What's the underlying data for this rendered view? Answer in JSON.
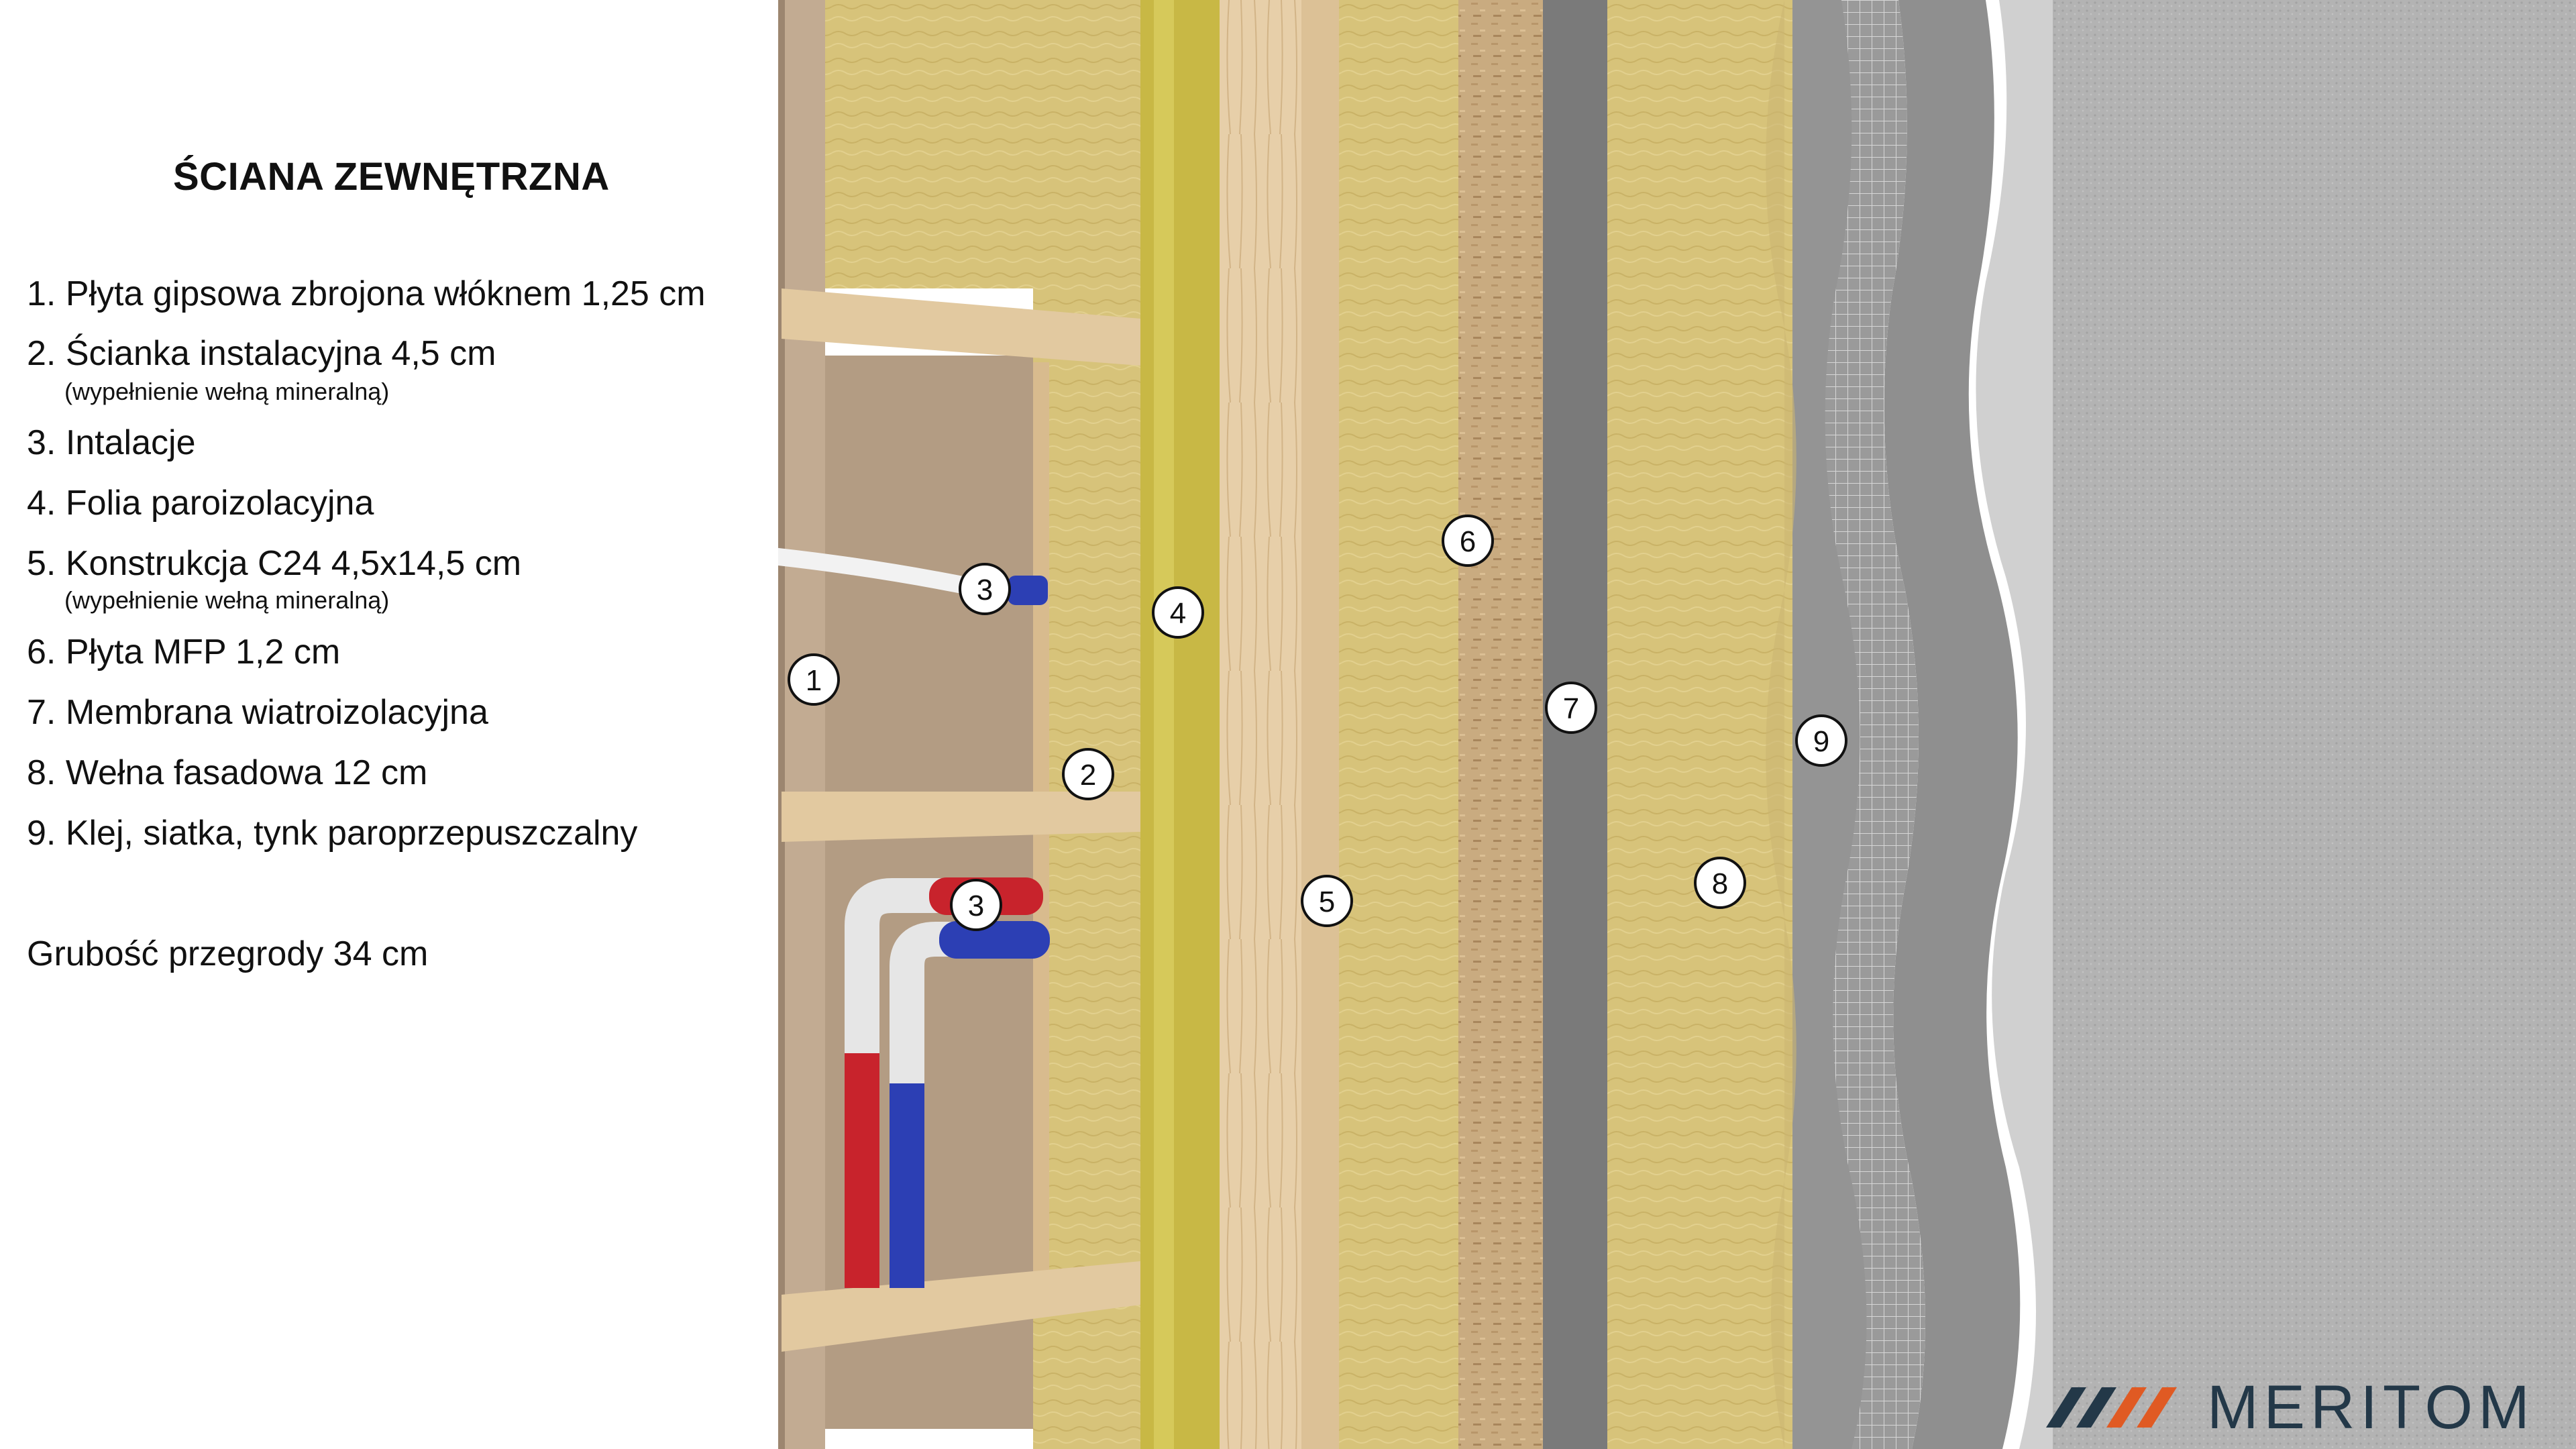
{
  "title": "ŚCIANA ZEWNĘTRZNA",
  "items": [
    {
      "label": "1. Płyta gipsowa zbrojona włóknem 1,25 cm"
    },
    {
      "label": "2. Ścianka instalacyjna 4,5 cm",
      "note": "(wypełnienie wełną mineralną)"
    },
    {
      "label": "3. Intalacje"
    },
    {
      "label": "4. Folia paroizolacyjna"
    },
    {
      "label": "5. Konstrukcja C24  4,5x14,5 cm",
      "note": "(wypełnienie wełną mineralną)"
    },
    {
      "label": "6. Płyta MFP 1,2 cm"
    },
    {
      "label": "7. Membrana wiatroizolacyjna"
    },
    {
      "label": "8. Wełna fasadowa 12 cm"
    },
    {
      "label": "9. Klej, siatka, tynk paroprzepuszczalny"
    }
  ],
  "total": "Grubość przegrody 34 cm",
  "markers": [
    "1",
    "2",
    "3",
    "3",
    "4",
    "5",
    "6",
    "7",
    "8",
    "9"
  ],
  "logo": {
    "text": "MERITOM",
    "icon": "meritom-slashes-logo"
  },
  "colors": {
    "gypsum": "#b39c83",
    "wool": "#d7c37a",
    "vapor_foil": "#c8b845",
    "timber": "#e7cfa9",
    "mfp_board": "#c9ab80",
    "membrane": "#7a7a7a",
    "facade_wool": "#d9c78a",
    "adhesive": "#8f8f8f",
    "plaster": "#b5b5b5",
    "pipe_red": "#c8232c",
    "pipe_blue": "#2c3fb4",
    "logo_accent": "#e05a23",
    "logo_dark": "#233848"
  }
}
